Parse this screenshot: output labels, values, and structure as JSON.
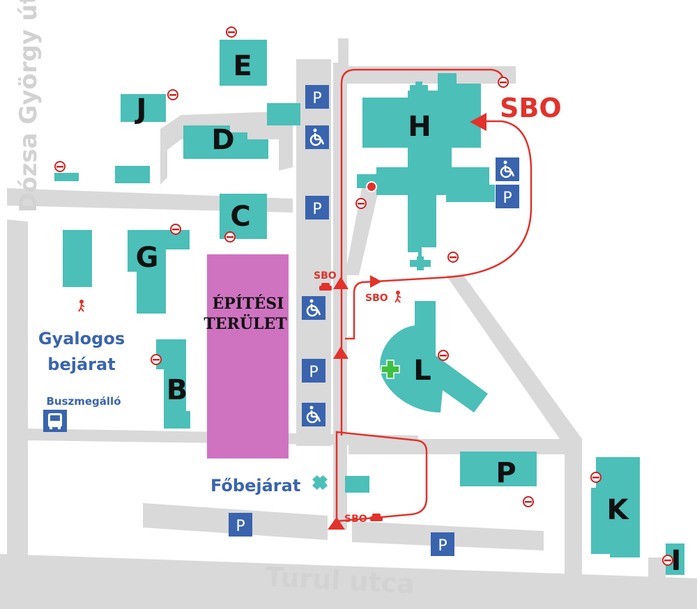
{
  "streets": {
    "top_left": "Dózsa György út",
    "bottom": "Turul utca"
  },
  "buildings": {
    "E": "E",
    "J": "J",
    "D": "D",
    "C": "C",
    "G": "G",
    "B": "B",
    "H": "H",
    "L": "L",
    "P": "P",
    "K": "K",
    "I": "I"
  },
  "construction": {
    "line1": "ÉPÍTÉSI",
    "line2": "TERÜLET"
  },
  "labels": {
    "pedestrian_entrance_line1": "Gyalogos",
    "pedestrian_entrance_line2": "bejárat",
    "bus_stop": "Buszmegálló",
    "main_entrance": "Főbejárat",
    "sbo_main": "SBO",
    "sbo_car_entry": "SBO",
    "sbo_car_mid": "SBO",
    "sbo_walk": "SBO"
  },
  "parking_letter": "P",
  "colors": {
    "building": "#4bbfb8",
    "road": "#d9d9d9",
    "route": "#e2322c",
    "construction": "#cf73c1",
    "parking_sign": "#3a64ad",
    "cross": "#3fbf3f"
  }
}
